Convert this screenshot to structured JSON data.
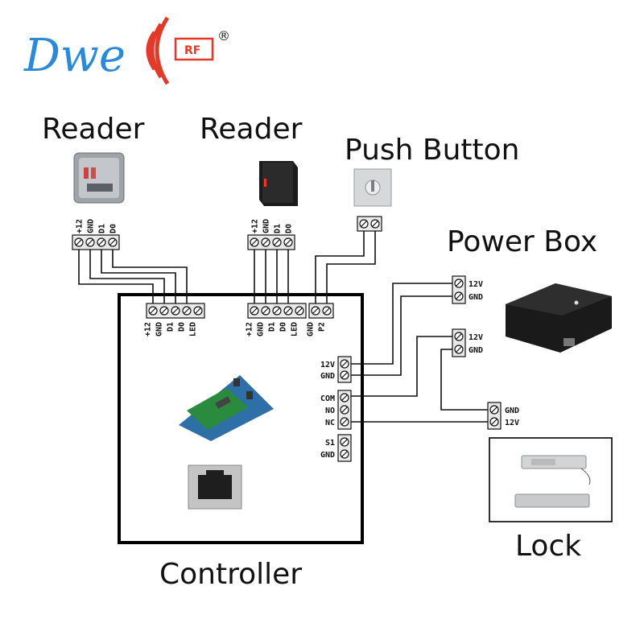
{
  "logo": {
    "text": "Dwe",
    "badge": "RF",
    "registered": "®"
  },
  "labels": {
    "reader_left": "Reader",
    "reader_right": "Reader",
    "push_button": "Push Button",
    "power_box": "Power Box",
    "lock": "Lock",
    "controller": "Controller"
  },
  "reader_left_pins": [
    "+12",
    "GND",
    "D1",
    "D0"
  ],
  "reader_right_pins": [
    "+12",
    "GND",
    "D1",
    "D0"
  ],
  "ctrl_reader1_pins": [
    "+12",
    "GND",
    "D1",
    "D0",
    "LED"
  ],
  "ctrl_reader2_pins": [
    "+12",
    "GND",
    "D1",
    "D0",
    "LED"
  ],
  "ctrl_button_pins": [
    "GND",
    "P2"
  ],
  "ctrl_side_pins": {
    "power": [
      "12V",
      "GND"
    ],
    "relay": [
      "COM",
      "NO",
      "NC"
    ],
    "sensor": [
      "S1",
      "GND"
    ]
  },
  "power_box_upper_pins": [
    "12V",
    "GND"
  ],
  "power_box_lower_pins": [
    "12V",
    "GND"
  ],
  "lock_pins": [
    "GND",
    "12V"
  ],
  "colors": {
    "logo_blue": "#2a8ad8",
    "logo_red": "#e23a2a",
    "ink": "#111111"
  }
}
